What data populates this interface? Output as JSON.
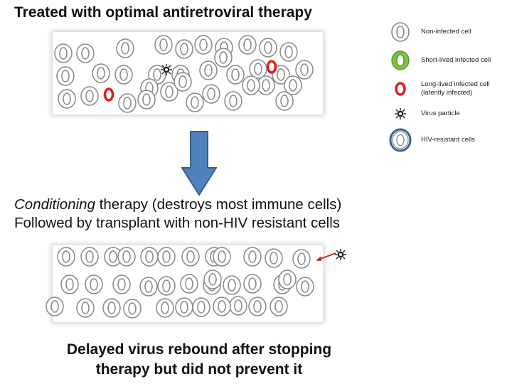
{
  "title": "Treated with optimal antiretroviral therapy",
  "legend": [
    {
      "kind": "non-infected",
      "label": "Non-infected cell",
      "color": "#888888"
    },
    {
      "kind": "short-lived",
      "label": "Short-lived infected cell",
      "color": "#7dc142"
    },
    {
      "kind": "long-lived",
      "label": "Long-lived infected cell\n(latently infected)",
      "color": "#e0201b"
    },
    {
      "kind": "virus",
      "label": "Virus particle",
      "color": "#222222"
    },
    {
      "kind": "resistant",
      "label": "HIV-resistant cells",
      "color": "#3a5f95"
    }
  ],
  "conditioning": {
    "italic": "Conditioning",
    "line1_rest": " therapy (destroys most immune cells)",
    "line2": "Followed by transplant with non-HIV resistant cells"
  },
  "conclusion": {
    "line1": "Delayed virus rebound after stopping",
    "line2": "therapy but did not prevent it"
  },
  "colors": {
    "cell_stroke": "#888888",
    "latent_red": "#e0201b",
    "arrow_blue": "#4f81bd",
    "arrow_border": "#385d8a",
    "pointer_red": "#cc1f1a"
  },
  "counts": {
    "top_panel": {
      "non_infected": 35,
      "latently_infected": 2,
      "virus": 1
    },
    "bottom_panel": {
      "non_infected": 36,
      "virus": 1
    }
  }
}
